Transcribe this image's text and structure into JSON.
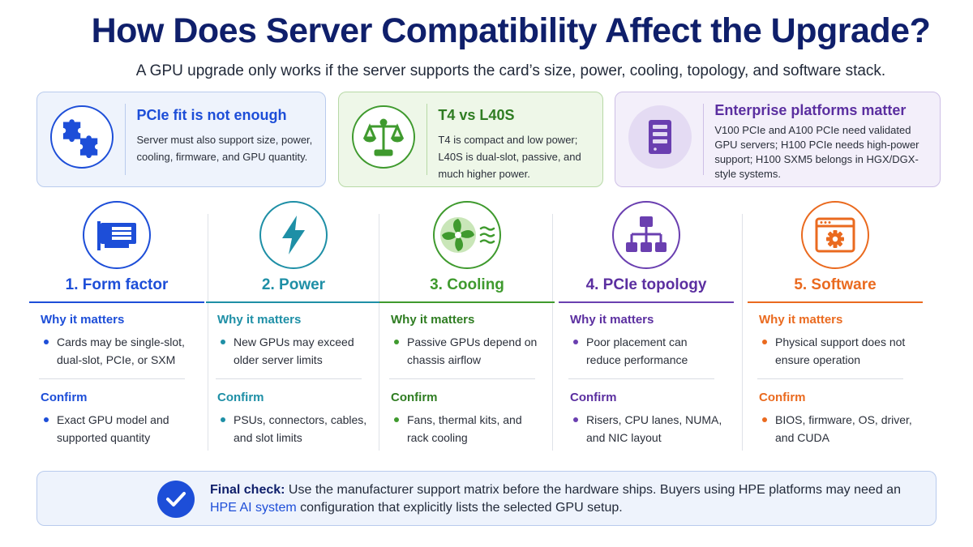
{
  "header": {
    "title": "How Does Server Compatibility Affect the Upgrade?",
    "subtitle": "A GPU upgrade only works if the server supports the card’s size, power, cooling, topology, and software stack."
  },
  "cards": [
    {
      "title": "PCIe fit is not enough",
      "body": "Server must also support size, power, cooling, firmware, and GPU quantity.",
      "icon": "puzzle-icon",
      "color": "#1d4ed8"
    },
    {
      "title": "T4 vs L40S",
      "body": "T4 is compact and low power; L40S is dual-slot, passive, and much higher power.",
      "icon": "scale-icon",
      "color": "#3f9a2e"
    },
    {
      "title": "Enterprise platforms matter",
      "body": "V100 PCIe and A100 PCIe need validated GPU servers; H100 PCIe needs high-power support; H100 SXM5 belongs in HGX/DGX-style systems.",
      "icon": "server-icon",
      "color": "#6a3fb0"
    }
  ],
  "columns": [
    {
      "heading": "1. Form factor",
      "icon": "gpu-card-icon",
      "color": "#1d4ed8",
      "why_label": "Why it matters",
      "why": "Cards may be single-slot, dual-slot, PCIe, or SXM",
      "confirm_label": "Confirm",
      "confirm": "Exact GPU model and supported quantity"
    },
    {
      "heading": "2. Power",
      "icon": "lightning-icon",
      "color": "#1e8fa6",
      "why_label": "Why it matters",
      "why": "New GPUs may exceed older server limits",
      "confirm_label": "Confirm",
      "confirm": "PSUs, connectors, cables, and slot limits"
    },
    {
      "heading": "3. Cooling",
      "icon": "fan-icon",
      "color": "#3f9a2e",
      "why_label": "Why it matters",
      "why": "Passive GPUs depend on chassis airflow",
      "confirm_label": "Confirm",
      "confirm": "Fans, thermal kits, and rack cooling"
    },
    {
      "heading": "4. PCIe topology",
      "icon": "topology-icon",
      "color": "#6a3fb0",
      "why_label": "Why it matters",
      "why": "Poor placement can reduce performance",
      "confirm_label": "Confirm",
      "confirm": "Risers, CPU lanes, NUMA, and NIC layout"
    },
    {
      "heading": "5. Software",
      "icon": "settings-window-icon",
      "color": "#ea6a1f",
      "why_label": "Why it matters",
      "why": "Physical support does not ensure operation",
      "confirm_label": "Confirm",
      "confirm": "BIOS, firmware, OS, driver, and CUDA"
    }
  ],
  "final": {
    "label": "Final check:",
    "text_1": " Use the manufacturer support matrix before the hardware ships. Buyers using HPE platforms may need an ",
    "link": "HPE AI system",
    "text_2": " configuration that explicitly lists the selected GPU setup.",
    "icon": "checkmark-icon"
  }
}
